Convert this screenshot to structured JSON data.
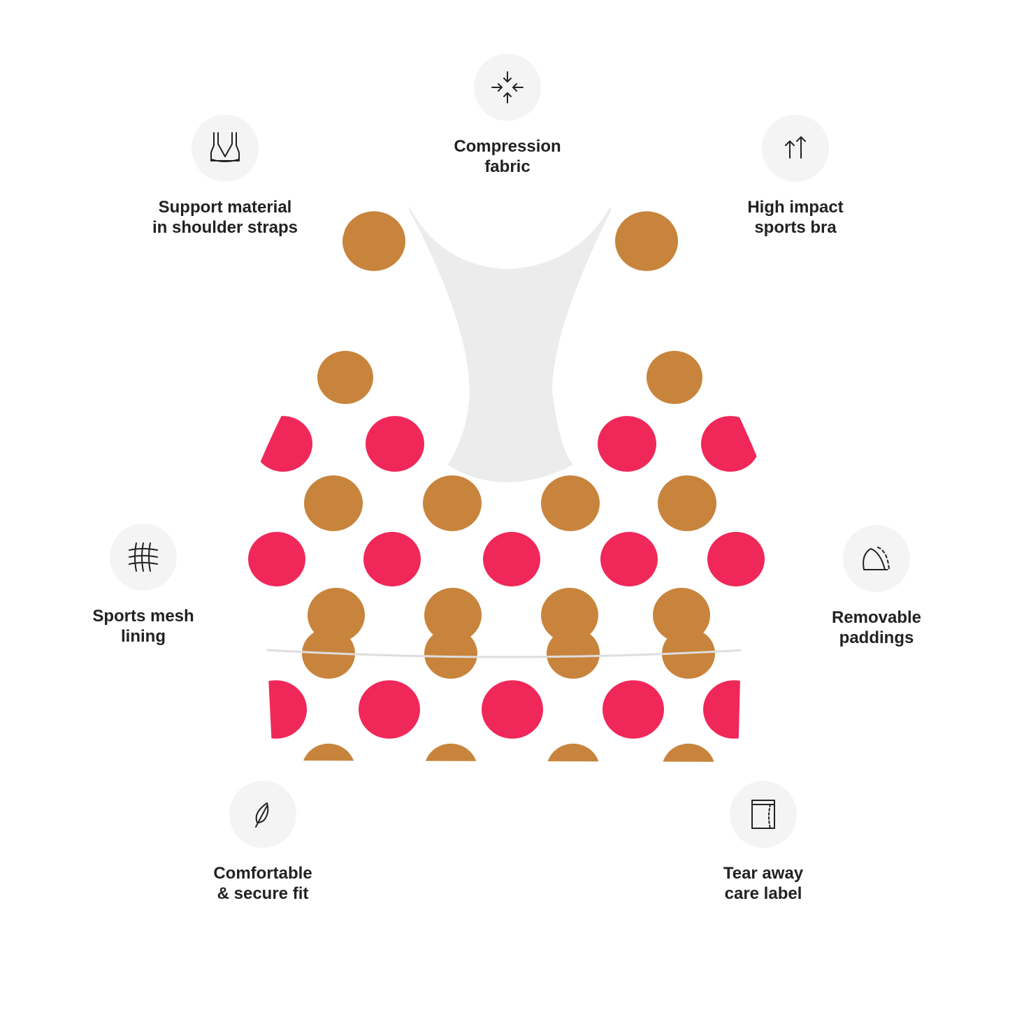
{
  "product": {
    "colors": {
      "background": "#ffffff",
      "dot_brown": "#c8843c",
      "dot_pink": "#f0285a",
      "mesh": "#ececec"
    }
  },
  "features": [
    {
      "icon": "compression-arrows-icon",
      "line1": "Compression",
      "line2": "fabric"
    },
    {
      "icon": "shoulder-straps-icon",
      "line1": "Support material",
      "line2": "in shoulder straps"
    },
    {
      "icon": "double-up-arrow-icon",
      "line1": "High impact",
      "line2": "sports bra"
    },
    {
      "icon": "mesh-icon",
      "line1": "Sports mesh",
      "line2": "lining"
    },
    {
      "icon": "padding-icon",
      "line1": "Removable",
      "line2": "paddings"
    },
    {
      "icon": "feather-icon",
      "line1": "Comfortable",
      "line2": "& secure fit"
    },
    {
      "icon": "label-tag-icon",
      "line1": "Tear away",
      "line2": "care label"
    }
  ]
}
